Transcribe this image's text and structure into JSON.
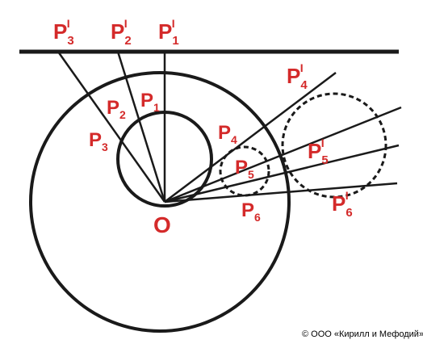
{
  "colors": {
    "line": "#1a1a1a",
    "label": "#d42a2a",
    "background": "#ffffff"
  },
  "labels": {
    "origin": "O",
    "p1": "P",
    "p1_sub": "1",
    "p2": "P",
    "p2_sub": "2",
    "p3": "P",
    "p3_sub": "3",
    "p4": "P",
    "p4_sub": "4",
    "p5": "P",
    "p5_sub": "5",
    "p6": "P",
    "p6_sub": "6",
    "p1i": "P",
    "p1i_sub": "1",
    "p1i_mark": "I",
    "p2i": "P",
    "p2i_sub": "2",
    "p2i_mark": "I",
    "p3i": "P",
    "p3i_sub": "3",
    "p3i_mark": "I",
    "p4i": "P",
    "p4i_sub": "4",
    "p4i_mark": "I",
    "p5i": "P",
    "p5i_sub": "5",
    "p5i_mark": "I",
    "p6i": "P",
    "p6i_sub": "6",
    "p6i_mark": "I"
  },
  "copyright": "© ООО «Кирилл и Мефодий»"
}
